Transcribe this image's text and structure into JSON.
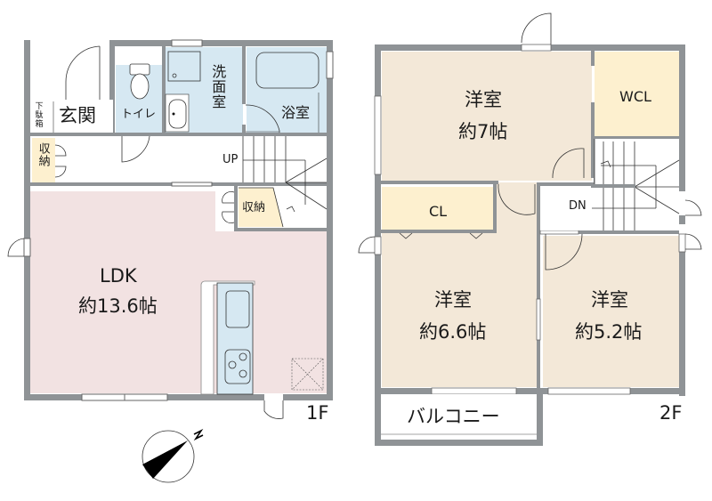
{
  "colors": {
    "wall": "#8f9396",
    "wet_area": "#d6e8f2",
    "storage": "#fdf0cf",
    "western_room": "#f3e8d8",
    "ldk": "#f2e2e2",
    "hall": "#ffffff",
    "line": "#222222"
  },
  "floor1": {
    "label": "1F",
    "rooms": [
      {
        "id": "genkan",
        "name": "玄関",
        "type": "entrance"
      },
      {
        "id": "getabako",
        "name": "下駄箱",
        "type": "shoe-cabinet"
      },
      {
        "id": "toilet",
        "name": "トイレ",
        "type": "wet"
      },
      {
        "id": "senmen",
        "name": "洗面室",
        "type": "wet"
      },
      {
        "id": "yokushitsu",
        "name": "浴室",
        "type": "wet"
      },
      {
        "id": "shuno1",
        "name": "収納",
        "type": "storage"
      },
      {
        "id": "stairs",
        "name": "UP",
        "type": "stairs"
      },
      {
        "id": "shuno2",
        "name": "収納",
        "type": "storage"
      },
      {
        "id": "ldk",
        "name": "LDK",
        "size": "約13.6帖",
        "type": "ldk"
      }
    ]
  },
  "floor2": {
    "label": "2F",
    "rooms": [
      {
        "id": "yoshitsu7",
        "name": "洋室",
        "size": "約7帖",
        "type": "western"
      },
      {
        "id": "wcl",
        "name": "WCL",
        "type": "storage"
      },
      {
        "id": "cl",
        "name": "CL",
        "type": "storage"
      },
      {
        "id": "stairs",
        "name": "DN",
        "type": "stairs"
      },
      {
        "id": "yoshitsu66",
        "name": "洋室",
        "size": "約6.6帖",
        "type": "western"
      },
      {
        "id": "yoshitsu52",
        "name": "洋室",
        "size": "約5.2帖",
        "type": "western"
      },
      {
        "id": "balcony",
        "name": "バルコニー",
        "type": "balcony"
      }
    ]
  },
  "compass": {
    "icon": "north-arrow-icon",
    "label": "N"
  }
}
